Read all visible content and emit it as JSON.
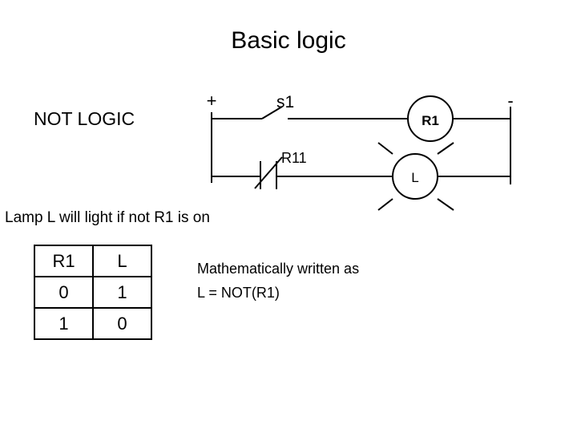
{
  "slide": {
    "title": "Basic logic",
    "section_label": "NOT LOGIC",
    "caption": "Lamp L will light if not R1 is on"
  },
  "circuit": {
    "positive_terminal": "+",
    "negative_terminal": "-",
    "switch_label": "s1",
    "contact_label": "R11",
    "relay_coil_label": "R1",
    "lamp_label": "L",
    "line_color": "#000000"
  },
  "truth_table": {
    "headers": [
      "R1",
      "L"
    ],
    "rows": [
      [
        "0",
        "1"
      ],
      [
        "1",
        "0"
      ]
    ]
  },
  "math": {
    "intro": "Mathematically written as",
    "expression": "L = NOT(R1)"
  }
}
